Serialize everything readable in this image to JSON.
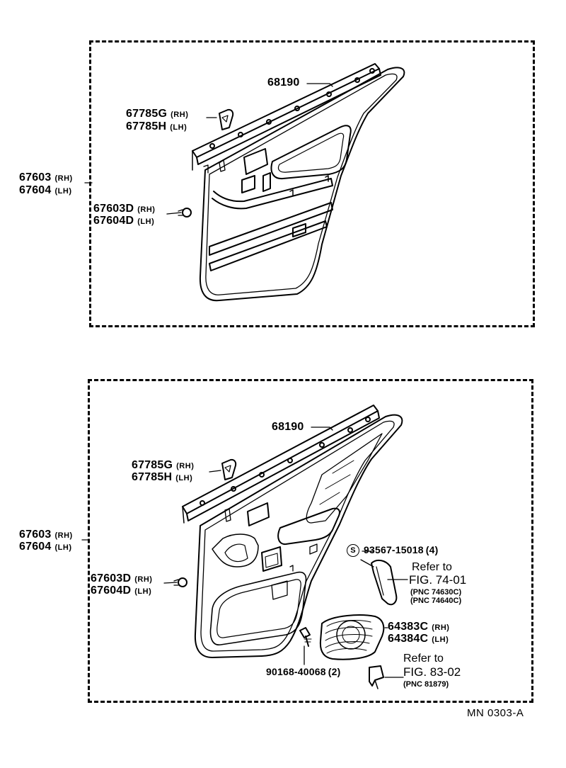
{
  "top_panel": {
    "weatherstrip": "68190",
    "clip_rh": "67785G",
    "clip_lh": "67785H",
    "board_rh": "67603",
    "board_lh": "67604",
    "fastener_rh": "67603D",
    "fastener_lh": "67604D"
  },
  "bottom_panel": {
    "weatherstrip": "68190",
    "clip_rh": "67785G",
    "clip_lh": "67785H",
    "board_rh": "67603",
    "board_lh": "67604",
    "fastener_rh": "67603D",
    "fastener_lh": "67604D",
    "screw_symbol": "S",
    "screw_part": "93567-15018",
    "screw_qty": "(4)",
    "refer1_title": "Refer to",
    "refer1_fig": "FIG. 74-01",
    "refer1_pnc1": "(PNC 74630C)",
    "refer1_pnc2": "(PNC 74640C)",
    "speaker_rh": "64383C",
    "speaker_lh": "64384C",
    "bolt_part": "90168-40068",
    "bolt_qty": "(2)",
    "refer2_title": "Refer to",
    "refer2_fig": "FIG. 83-02",
    "refer2_pnc": "(PNC 81879)"
  },
  "suffix": {
    "rh": "(RH)",
    "lh": "(LH)"
  },
  "drawing_code": "MN  0303-A"
}
